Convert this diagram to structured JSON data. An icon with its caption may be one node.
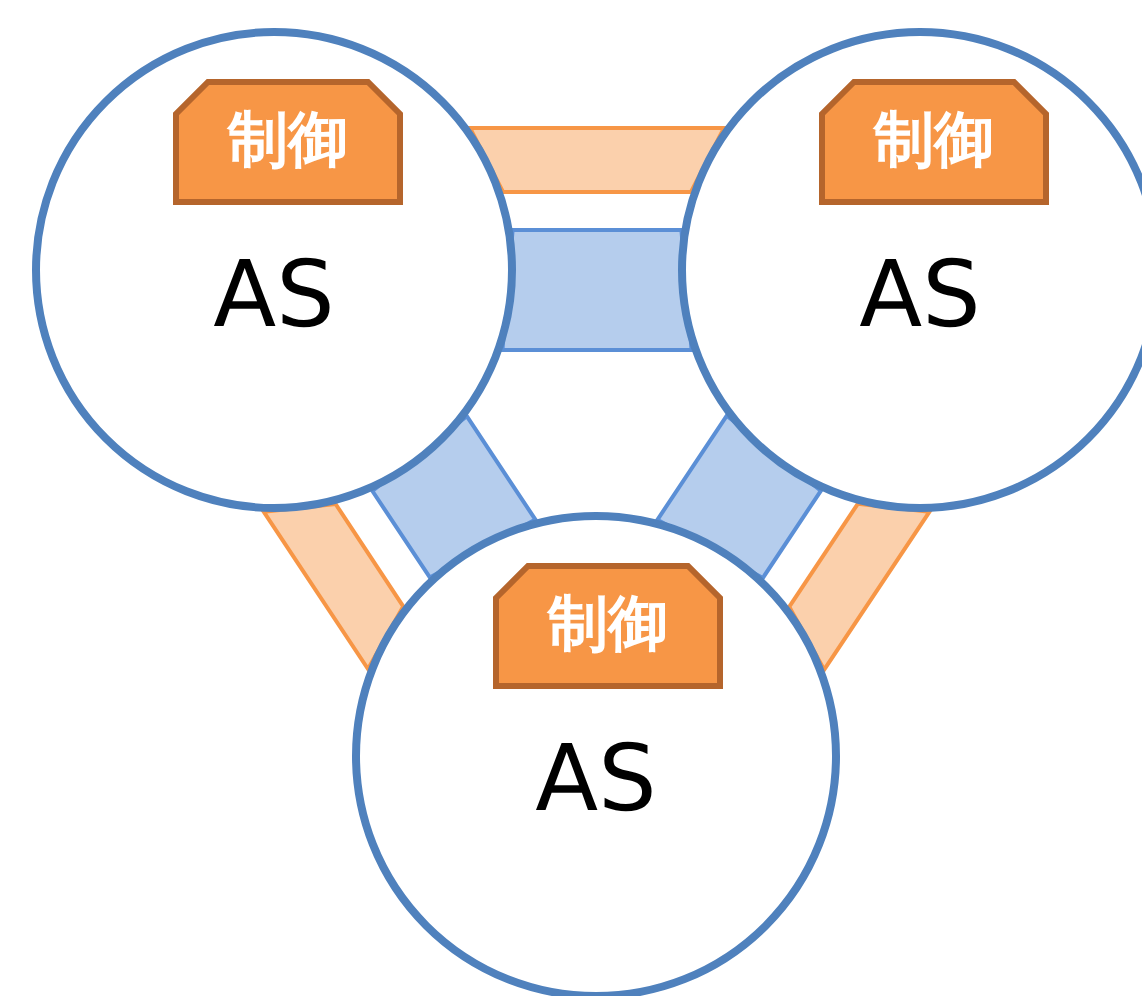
{
  "diagram": {
    "nodes": [
      {
        "text": [
          "AS"
        ]
      },
      {
        "text": [
          "制御"
        ],
        "in": 0
      },
      {
        "text": [
          "AS"
        ]
      },
      {
        "text": [
          "制御"
        ],
        "in": 2
      },
      {
        "text": [
          "AS"
        ]
      },
      {
        "text": [
          "制御"
        ],
        "in": 4
      }
    ],
    "edges": [
      {
        "from": 0,
        "to": 2,
        "arrow": "none",
        "style": "thick",
        "color": "#f79646"
      },
      {
        "from": 0,
        "to": 2,
        "arrow": "none",
        "style": "thick",
        "color": "#5b8fd6"
      },
      {
        "from": 0,
        "to": 4,
        "arrow": "none",
        "style": "thick",
        "color": "#f79646"
      },
      {
        "from": 0,
        "to": 4,
        "arrow": "none",
        "style": "thick",
        "color": "#5b8fd6"
      },
      {
        "from": 2,
        "to": 4,
        "arrow": "none",
        "style": "thick",
        "color": "#f79646"
      },
      {
        "from": 2,
        "to": 4,
        "arrow": "none",
        "style": "thick",
        "color": "#5b8fd6"
      }
    ]
  }
}
